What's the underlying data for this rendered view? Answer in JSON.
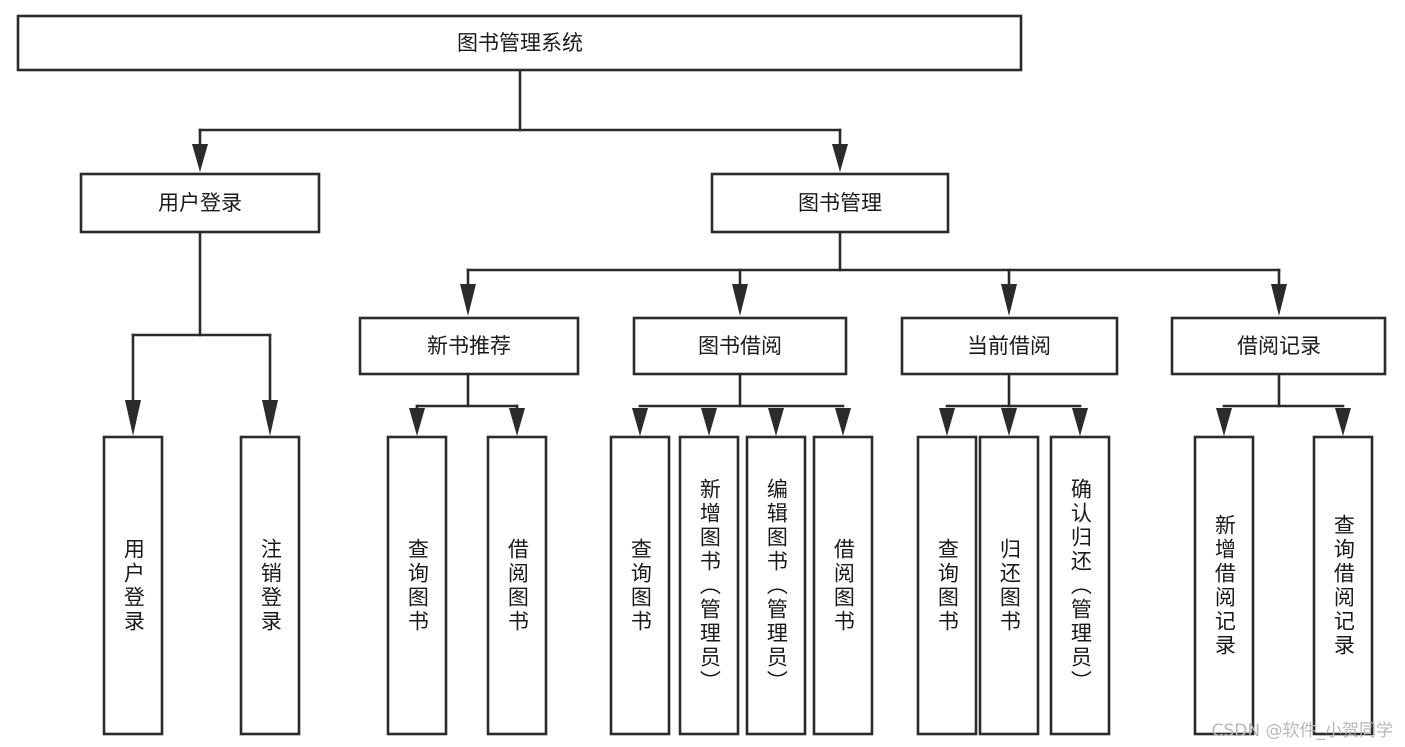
{
  "diagram": {
    "title": "图书管理系统",
    "type": "hierarchy-tree",
    "root": {
      "id": "root",
      "label": "图书管理系统"
    },
    "level1": [
      {
        "id": "user-login",
        "label": "用户登录"
      },
      {
        "id": "book-manage",
        "label": "图书管理"
      }
    ],
    "level2": [
      {
        "id": "new-book-recommend",
        "label": "新书推荐",
        "parent": "book-manage"
      },
      {
        "id": "book-borrow",
        "label": "图书借阅",
        "parent": "book-manage"
      },
      {
        "id": "current-borrow",
        "label": "当前借阅",
        "parent": "book-manage"
      },
      {
        "id": "borrow-record",
        "label": "借阅记录",
        "parent": "book-manage"
      }
    ],
    "leaves": [
      {
        "id": "leaf-user-login",
        "label": "用户登录",
        "parent": "user-login"
      },
      {
        "id": "leaf-logout",
        "label": "注销登录",
        "parent": "user-login"
      },
      {
        "id": "leaf-query-book-1",
        "label": "查询图书",
        "parent": "new-book-recommend"
      },
      {
        "id": "leaf-borrow-book-1",
        "label": "借阅图书",
        "parent": "new-book-recommend"
      },
      {
        "id": "leaf-query-book-2",
        "label": "查询图书",
        "parent": "book-borrow"
      },
      {
        "id": "leaf-add-book",
        "label": "新增图书（管理员）",
        "parent": "book-borrow"
      },
      {
        "id": "leaf-edit-book",
        "label": "编辑图书（管理员）",
        "parent": "book-borrow"
      },
      {
        "id": "leaf-borrow-book-2",
        "label": "借阅图书",
        "parent": "book-borrow"
      },
      {
        "id": "leaf-query-book-3",
        "label": "查询图书",
        "parent": "current-borrow"
      },
      {
        "id": "leaf-return-book",
        "label": "归还图书",
        "parent": "current-borrow"
      },
      {
        "id": "leaf-confirm-return",
        "label": "确认归还（管理员）",
        "parent": "current-borrow"
      },
      {
        "id": "leaf-add-record",
        "label": "新增借阅记录",
        "parent": "borrow-record"
      },
      {
        "id": "leaf-query-record",
        "label": "查询借阅记录",
        "parent": "borrow-record"
      }
    ],
    "colors": {
      "stroke": "#2b2b2b",
      "fill": "#ffffff",
      "text": "#1a1a1a",
      "watermark": "#b8b8b8"
    }
  },
  "watermark": {
    "text": "CSDN @软件_小贺同学"
  }
}
